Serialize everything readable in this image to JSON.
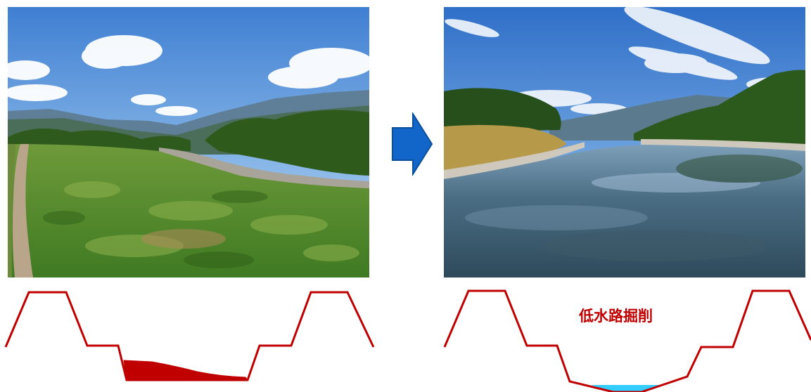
{
  "panels": {
    "before": {
      "photo": {
        "scene": "riverbank-overgrown"
      },
      "section": {
        "fill_color": "#c00000"
      }
    },
    "after": {
      "photo": {
        "scene": "river-channel-water"
      },
      "section": {
        "label": "低水路掘削",
        "label_color": "#c00000",
        "water_color": "#33ccff"
      }
    }
  },
  "arrow": {
    "icon": "right-arrow-icon",
    "color": "#1266c9"
  },
  "colors": {
    "outline": "#c00000",
    "arrow": "#1266c9",
    "arrow_border": "#0b4f9c"
  }
}
